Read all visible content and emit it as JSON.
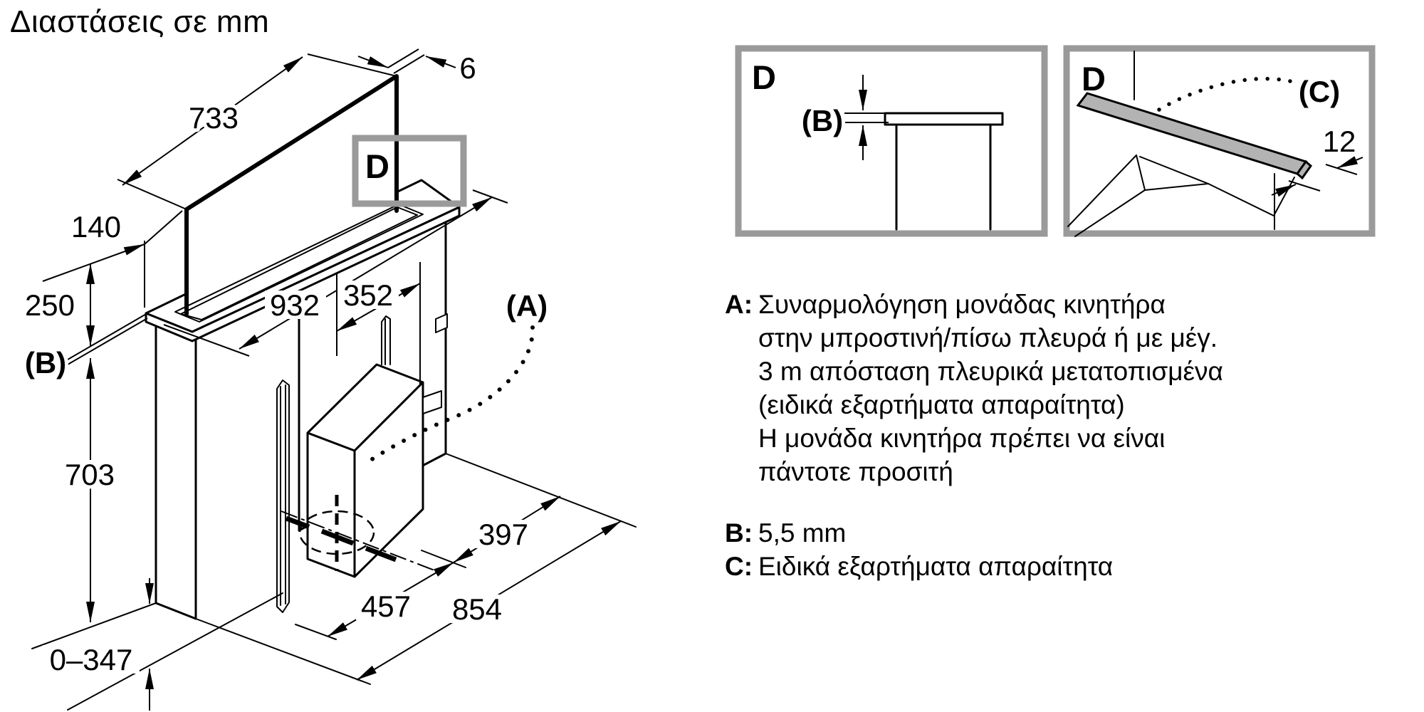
{
  "title": "Διαστάσεις σε mm",
  "colors": {
    "ink": "#000000",
    "callout_gray": "#9a9a9a",
    "strip_gray": "#b3b3b3",
    "background": "#ffffff"
  },
  "main_drawing": {
    "callout_label": "D",
    "dims": {
      "panel_width": "733",
      "panel_thickness": "6",
      "front_offset": "140",
      "raised_height": "250",
      "gap_ref": "(B)",
      "body_height": "703",
      "plinth_range": "0–347",
      "cutout_length": "932",
      "motor_offset": "352",
      "motor_ref": "(A)",
      "depth_right": "397",
      "depth_mid": "457",
      "depth_total": "854"
    }
  },
  "detail_b": {
    "label": "D",
    "dim_ref": "(B)"
  },
  "detail_c": {
    "label": "D",
    "part_ref": "(C)",
    "dim": "12"
  },
  "notes": {
    "a": {
      "key": "A:",
      "lines": [
        "Συναρμολόγηση μονάδας κινητήρα",
        "στην μπροστινή/πίσω πλευρά ή με μέγ.",
        "3 m απόσταση πλευρικά μετατοπισμένα",
        "(ειδικά εξαρτήματα απαραίτητα)",
        "Η μονάδα κινητήρα πρέπει να είναι",
        "πάντοτε προσιτή"
      ]
    },
    "b": {
      "key": "B:",
      "text": "5,5 mm"
    },
    "c": {
      "key": "C:",
      "text": "Ειδικά εξαρτήματα απαραίτητα"
    }
  }
}
